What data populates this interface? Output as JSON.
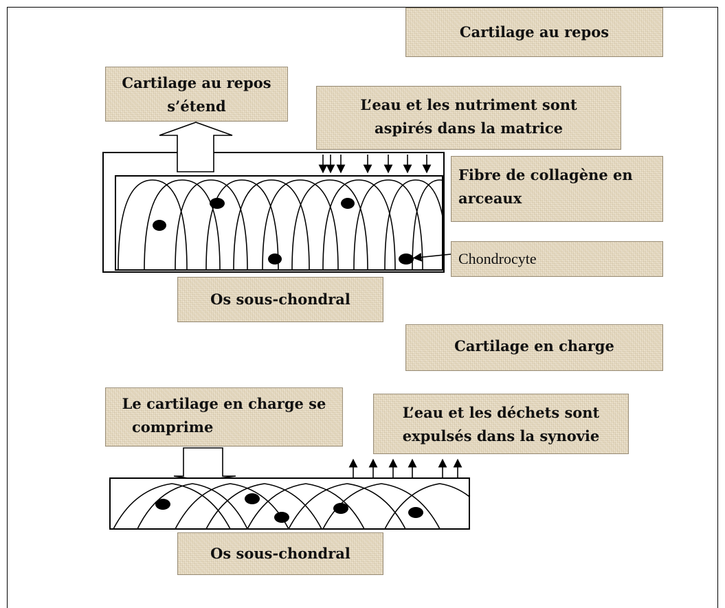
{
  "title_rest": "Cartilage au repos",
  "rest_expands": [
    "Cartilage au repos",
    "s’étend"
  ],
  "water_in": [
    "L’eau et les nutriment sont",
    "aspirés dans la matrice"
  ],
  "collagen": [
    "Fibre de collagène en",
    "arceaux"
  ],
  "chondrocyte": "Chondrocyte",
  "bone_top": "Os sous-chondral",
  "title_load": "Cartilage en charge",
  "load_compresses": [
    "Le cartilage en charge se",
    "comprime"
  ],
  "water_out": [
    "L’eau et les déchets sont",
    "expulsés dans la synovie"
  ],
  "bone_bottom": "Os sous-chondral"
}
